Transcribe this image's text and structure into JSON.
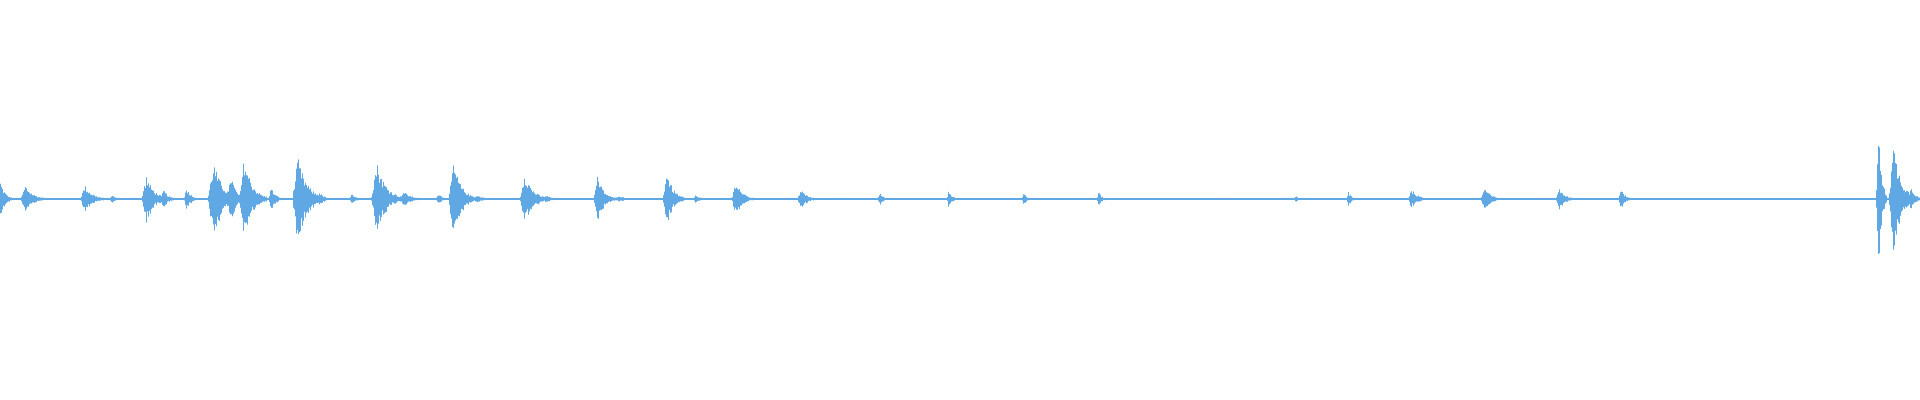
{
  "waveform": {
    "color": "#5fa8e3",
    "background": "#ffffff",
    "duration_fraction_note": "",
    "centerline_level": 0.004,
    "events": [
      {
        "t": 0.0,
        "amp": 0.09,
        "dur": 0.006
      },
      {
        "t": 0.013,
        "amp": 0.07,
        "dur": 0.01
      },
      {
        "t": 0.044,
        "amp": 0.07,
        "dur": 0.01
      },
      {
        "t": 0.058,
        "amp": 0.02,
        "dur": 0.006
      },
      {
        "t": 0.076,
        "amp": 0.12,
        "dur": 0.01
      },
      {
        "t": 0.085,
        "amp": 0.05,
        "dur": 0.006
      },
      {
        "t": 0.097,
        "amp": 0.06,
        "dur": 0.006
      },
      {
        "t": 0.111,
        "amp": 0.19,
        "dur": 0.012
      },
      {
        "t": 0.12,
        "amp": 0.14,
        "dur": 0.006
      },
      {
        "t": 0.127,
        "amp": 0.22,
        "dur": 0.01
      },
      {
        "t": 0.141,
        "amp": 0.06,
        "dur": 0.006
      },
      {
        "t": 0.155,
        "amp": 0.21,
        "dur": 0.012
      },
      {
        "t": 0.166,
        "amp": 0.04,
        "dur": 0.006
      },
      {
        "t": 0.183,
        "amp": 0.03,
        "dur": 0.006
      },
      {
        "t": 0.196,
        "amp": 0.19,
        "dur": 0.012
      },
      {
        "t": 0.21,
        "amp": 0.04,
        "dur": 0.01
      },
      {
        "t": 0.228,
        "amp": 0.03,
        "dur": 0.006
      },
      {
        "t": 0.236,
        "amp": 0.19,
        "dur": 0.01
      },
      {
        "t": 0.248,
        "amp": 0.02,
        "dur": 0.01
      },
      {
        "t": 0.273,
        "amp": 0.14,
        "dur": 0.01
      },
      {
        "t": 0.284,
        "amp": 0.02,
        "dur": 0.008
      },
      {
        "t": 0.311,
        "amp": 0.12,
        "dur": 0.008
      },
      {
        "t": 0.322,
        "amp": 0.02,
        "dur": 0.008
      },
      {
        "t": 0.347,
        "amp": 0.15,
        "dur": 0.008
      },
      {
        "t": 0.362,
        "amp": 0.02,
        "dur": 0.006
      },
      {
        "t": 0.383,
        "amp": 0.1,
        "dur": 0.008
      },
      {
        "t": 0.417,
        "amp": 0.05,
        "dur": 0.008
      },
      {
        "t": 0.458,
        "amp": 0.04,
        "dur": 0.004
      },
      {
        "t": 0.494,
        "amp": 0.05,
        "dur": 0.004
      },
      {
        "t": 0.533,
        "amp": 0.03,
        "dur": 0.004
      },
      {
        "t": 0.572,
        "amp": 0.04,
        "dur": 0.004
      },
      {
        "t": 0.675,
        "amp": 0.02,
        "dur": 0.003
      },
      {
        "t": 0.702,
        "amp": 0.04,
        "dur": 0.004
      },
      {
        "t": 0.735,
        "amp": 0.05,
        "dur": 0.008
      },
      {
        "t": 0.773,
        "amp": 0.06,
        "dur": 0.008
      },
      {
        "t": 0.812,
        "amp": 0.05,
        "dur": 0.008
      },
      {
        "t": 0.844,
        "amp": 0.05,
        "dur": 0.006
      },
      {
        "t": 0.978,
        "amp": 0.4,
        "dur": 0.004
      },
      {
        "t": 0.986,
        "amp": 0.28,
        "dur": 0.01
      },
      {
        "t": 0.995,
        "amp": 0.08,
        "dur": 0.005
      }
    ]
  }
}
